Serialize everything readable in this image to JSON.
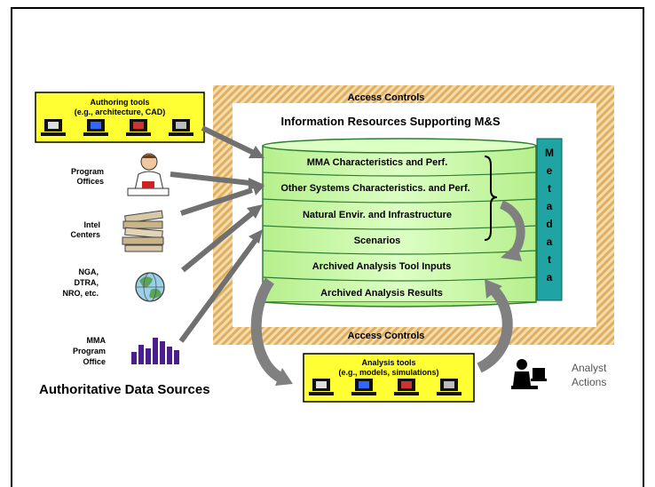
{
  "diagram": {
    "access_controls_top": "Access Controls",
    "access_controls_bottom": "Access Controls",
    "resources_title": "Information Resources Supporting M&S",
    "metadata_letters": [
      "M",
      "e",
      "t",
      "a",
      "d",
      "a",
      "t",
      "a"
    ],
    "layers": [
      "MMA Characteristics and Perf.",
      "Other Systems Characteristics. and Perf.",
      "Natural Envir. and Infrastructure",
      "Scenarios",
      "Archived Analysis Tool Inputs",
      "Archived Analysis Results"
    ],
    "authoring_tools": {
      "line1": "Authoring tools",
      "line2": "(e.g., architecture, CAD)"
    },
    "analysis_tools": {
      "line1": "Analysis tools",
      "line2": "(e.g., models, simulations)"
    },
    "sources": {
      "program_offices": [
        "Program",
        "Offices"
      ],
      "intel_centers": [
        "Intel",
        "Centers"
      ],
      "agencies": [
        "NGA,",
        "DTRA,",
        "NRO, etc."
      ],
      "mma_program_office": [
        "MMA",
        "Program",
        "Office"
      ]
    },
    "authoritative_sources_label": "Authoritative Data Sources",
    "analyst_actions": [
      "Analyst",
      "Actions"
    ],
    "colors": {
      "hatch": "#e0b060",
      "layer_fill": "#c9f5a8",
      "layer_border": "#2e7d32",
      "metadata_fill": "#1fa3a3",
      "tool_box": "#ffff33",
      "arrow": "#707070"
    }
  }
}
